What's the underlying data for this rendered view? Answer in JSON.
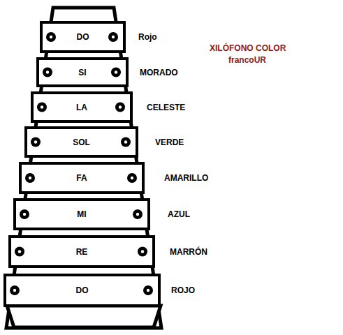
{
  "diagram": {
    "title": "XILÓFONO COLOR",
    "nodes": [
      {
        "text": [
          "DO",
          "Rojo"
        ]
      },
      {
        "text": [
          "SI",
          "MORADO"
        ]
      },
      {
        "text": [
          "LA",
          "CELESTE"
        ]
      },
      {
        "text": [
          "SOL",
          "VERDE"
        ]
      },
      {
        "text": [
          "FA",
          "AMARILLO"
        ]
      },
      {
        "text": [
          "MI",
          "AZUL"
        ]
      },
      {
        "text": [
          "RE",
          "MARRÓN"
        ]
      },
      {
        "text": [
          "DO",
          "ROJO"
        ]
      }
    ],
    "labels": [
      "francoUR"
    ]
  }
}
